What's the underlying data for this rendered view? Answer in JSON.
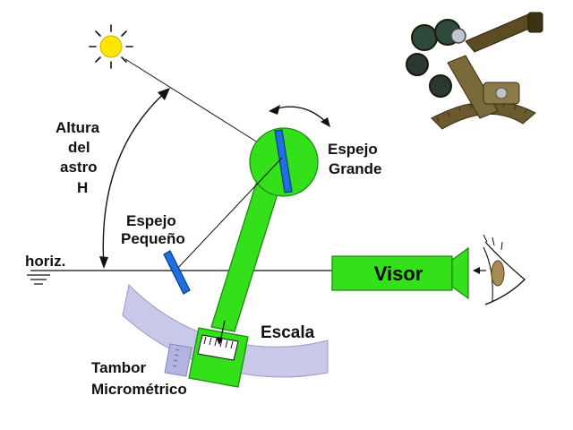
{
  "labels": {
    "altura": [
      "Altura",
      "del",
      "astro",
      "H"
    ],
    "espejo_grande": [
      "Espejo",
      "Grande"
    ],
    "espejo_pequeno": [
      "Espejo",
      "Pequeño"
    ],
    "horizonte": "horiz.",
    "visor": "Visor",
    "escala": "Escala",
    "tambor": [
      "Tambor",
      "Micrométrico"
    ]
  },
  "icons": {
    "sun": "sun-icon",
    "eye": "eye-icon",
    "photo": "sextant-photo"
  },
  "colors": {
    "arm": "#33e01a",
    "mirror": "#1f6fe0",
    "sun": "#ffe400",
    "scale": "#c8c8e8",
    "drum": "#b4b4e0",
    "line": "#111111",
    "brass": "#7a6a3a"
  }
}
